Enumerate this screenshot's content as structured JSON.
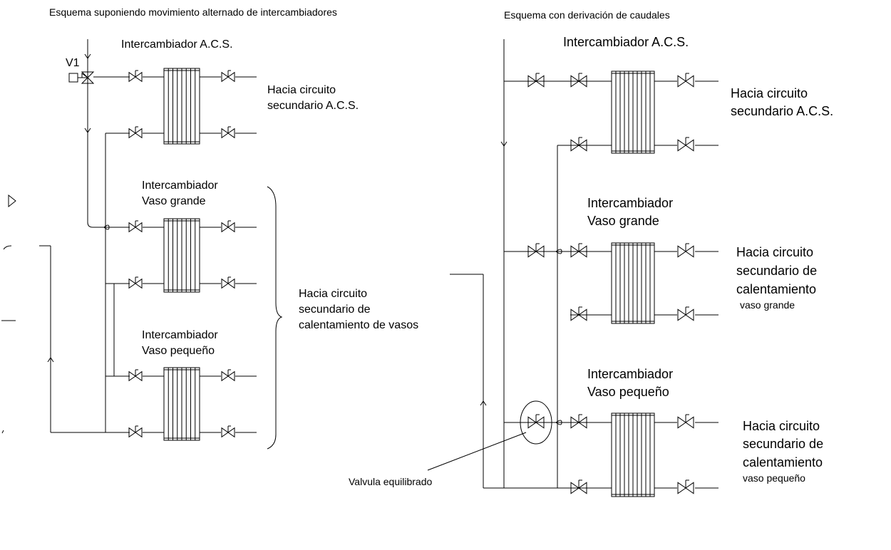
{
  "left": {
    "title": "Esquema suponiendo movimiento alternado de intercambiadores",
    "valve_label": "V1",
    "hx_acs": "Intercambiador A.C.S.",
    "acs_target": [
      "Hacia circuito",
      "secundario A.C.S."
    ],
    "hx_grande": [
      "Intercambiador",
      "Vaso grande"
    ],
    "hx_pequeno": [
      "Intercambiador",
      "Vaso pequeño"
    ],
    "vasos_target": [
      "Hacia circuito",
      "secundario de",
      "calentamiento de vasos"
    ]
  },
  "right": {
    "title": "Esquema con derivación de caudales",
    "hx_acs": "Intercambiador A.C.S.",
    "acs_target": [
      "Hacia circuito",
      "secundario A.C.S."
    ],
    "hx_grande": [
      "Intercambiador",
      "Vaso grande"
    ],
    "grande_target": [
      "Hacia circuito",
      "secundario de",
      "calentamiento",
      "vaso grande"
    ],
    "hx_pequeno": [
      "Intercambiador",
      "Vaso pequeño"
    ],
    "pequeno_target": [
      "Hacia circuito",
      "secundario de",
      "calentamiento",
      "vaso pequeño"
    ],
    "balancing_valve_label": "Valvula equilibrado"
  },
  "colors": {
    "line": "#000000",
    "background": "#ffffff"
  }
}
